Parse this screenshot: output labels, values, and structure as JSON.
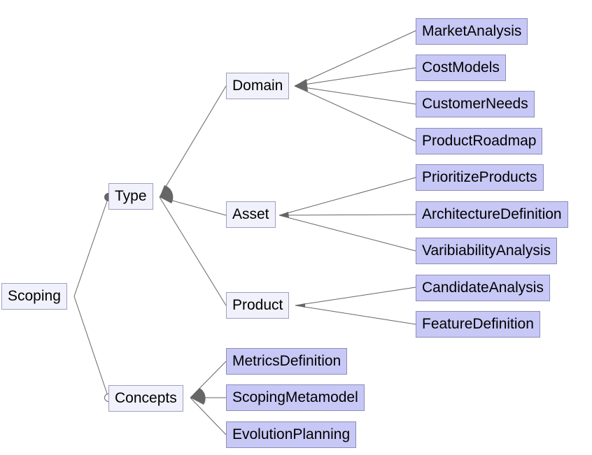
{
  "colors": {
    "abstract_fill": "#f1f1fc",
    "concrete_fill": "#c8c8f6",
    "border": "#9f9fbe",
    "edge": "#666666",
    "group_marker": "#666666"
  },
  "nodes": {
    "scoping": "Scoping",
    "type": "Type",
    "concepts": "Concepts",
    "domain": "Domain",
    "asset": "Asset",
    "product": "Product",
    "market_analysis": "MarketAnalysis",
    "cost_models": "CostModels",
    "customer_needs": "CustomerNeeds",
    "product_roadmap": "ProductRoadmap",
    "prioritize_products": "PrioritizeProducts",
    "architecture_definition": "ArchitectureDefinition",
    "varibiability_analysis": "VaribiabilityAnalysis",
    "candidate_analysis": "CandidateAnalysis",
    "feature_definition": "FeatureDefinition",
    "metrics_definition": "MetricsDefinition",
    "scoping_metamodel": "ScopingMetamodel",
    "evolution_planning": "EvolutionPlanning"
  }
}
